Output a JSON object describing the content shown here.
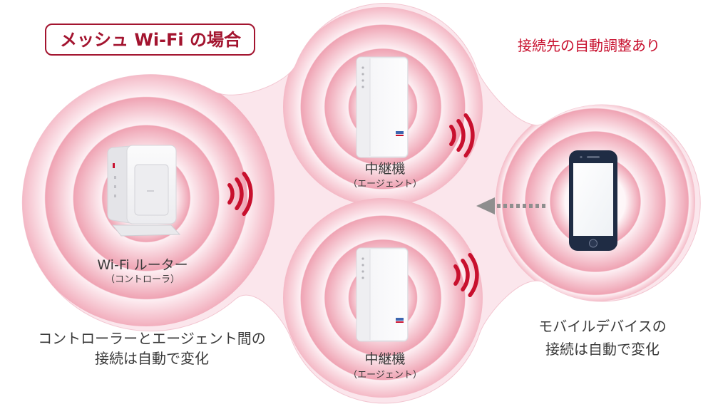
{
  "title": "メッシュ Wi-Fi の場合",
  "note_top_right": "接続先の自動調整あり",
  "router": {
    "label": "Wi-Fi ルーター",
    "sublabel": "（コントローラ）"
  },
  "repeater_top": {
    "label": "中継機",
    "sublabel": "（エージェント）"
  },
  "repeater_bottom": {
    "label": "中継機",
    "sublabel": "（エージェント）"
  },
  "caption_left": {
    "line1": "コントローラーとエージェント間の",
    "line2": "接続は自動で変化"
  },
  "caption_right": {
    "line1": "モバイルデバイスの",
    "line2": "接続は自動で変化"
  },
  "colors": {
    "accent": "#c8102e",
    "title": "#a3142f",
    "coverage": "#fbe6ec",
    "phone": "#1f2c44",
    "arrow": "#8e8e8e"
  },
  "icons": {
    "router": "router-icon",
    "repeater": "repeater-icon",
    "smartphone": "smartphone-icon",
    "signal": "signal-waves-icon",
    "arrow": "dotted-arrow-left-icon"
  }
}
